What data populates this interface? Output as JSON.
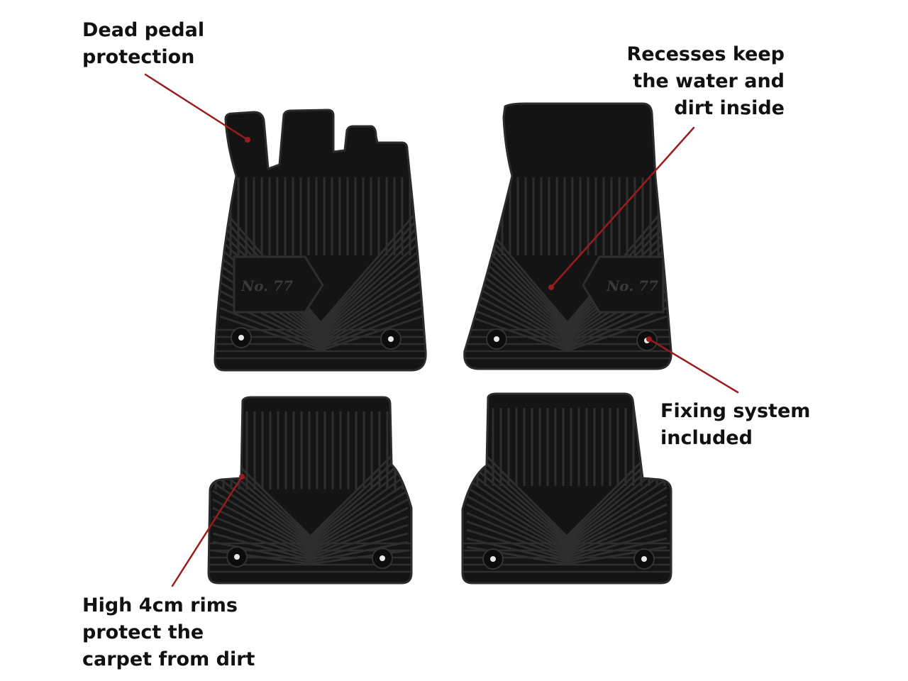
{
  "callouts": {
    "dead_pedal": {
      "lines": [
        "Dead pedal",
        "protection"
      ]
    },
    "recesses": {
      "lines": [
        "Recesses keep",
        "the water and",
        "dirt inside"
      ]
    },
    "fixing": {
      "lines": [
        "Fixing system",
        "included"
      ]
    },
    "rims": {
      "lines": [
        "High 4cm rims",
        "protect the",
        "carpet  from dirt"
      ]
    }
  },
  "logo_text": "No. 77",
  "colors": {
    "mat": "#141414",
    "mat_edge": "#2b2b2b",
    "rib": "#2e2e2e",
    "leader": "#9b1c1c",
    "text": "#111111",
    "background": "#ffffff"
  }
}
